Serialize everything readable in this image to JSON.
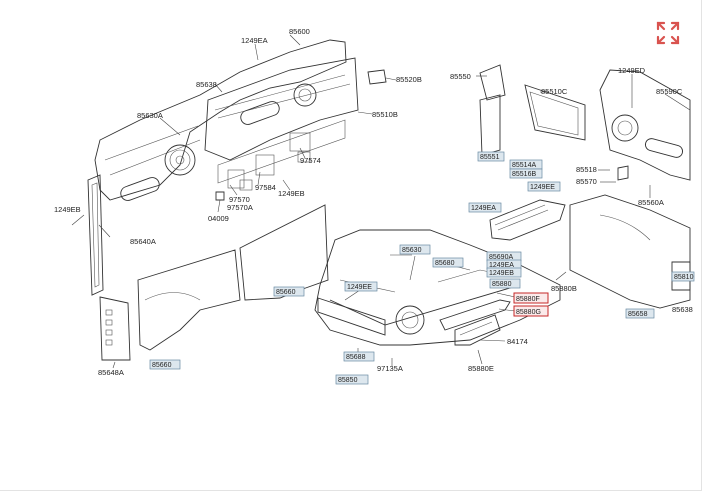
{
  "toolbar": {
    "expand_icon": "expand-arrows-icon",
    "accent": "#d9534f"
  },
  "colors": {
    "part_box_fill": "#dde7ee",
    "part_box_stroke": "#6a8aa3",
    "highlight_box": "#c62828"
  },
  "labels": [
    {
      "id": "l1",
      "text": "1249EA"
    },
    {
      "id": "l2",
      "text": "85600"
    },
    {
      "id": "l3",
      "text": "85638"
    },
    {
      "id": "l4",
      "text": "85630A"
    },
    {
      "id": "l5",
      "text": "85520B"
    },
    {
      "id": "l6",
      "text": "85510B"
    },
    {
      "id": "l7",
      "text": "97574"
    },
    {
      "id": "l8",
      "text": "97584"
    },
    {
      "id": "l9",
      "text": "1249EB"
    },
    {
      "id": "l10",
      "text": "97570"
    },
    {
      "id": "l11",
      "text": "97570A"
    },
    {
      "id": "l12",
      "text": "04009"
    },
    {
      "id": "l13",
      "text": "1249EB"
    },
    {
      "id": "l14",
      "text": "85640A"
    },
    {
      "id": "l15",
      "text": "85648A"
    },
    {
      "id": "l16",
      "text": "85550"
    },
    {
      "id": "l17",
      "text": "85510C"
    },
    {
      "id": "l18",
      "text": "1249ED"
    },
    {
      "id": "l19",
      "text": "85590C"
    },
    {
      "id": "l20",
      "text": "85518"
    },
    {
      "id": "l21",
      "text": "85570"
    },
    {
      "id": "l22",
      "text": "85560A"
    },
    {
      "id": "l23",
      "text": "84174"
    },
    {
      "id": "l24",
      "text": "85880B"
    },
    {
      "id": "l25",
      "text": "85638"
    },
    {
      "id": "l26",
      "text": "97135A"
    },
    {
      "id": "l27",
      "text": "84174"
    },
    {
      "id": "l28",
      "text": "85880E"
    }
  ],
  "part_boxes": [
    {
      "id": "b1",
      "text": "85551"
    },
    {
      "id": "b2",
      "text": "85514A"
    },
    {
      "id": "b3",
      "text": "85516B"
    },
    {
      "id": "b4",
      "text": "1249EE"
    },
    {
      "id": "b5",
      "text": "1249EA"
    },
    {
      "id": "b6",
      "text": "85630"
    },
    {
      "id": "b7",
      "text": "85680"
    },
    {
      "id": "b8",
      "text": "1249EE"
    },
    {
      "id": "b9",
      "text": "85690A"
    },
    {
      "id": "b10",
      "text": "1249EA"
    },
    {
      "id": "b11",
      "text": "1249EB"
    },
    {
      "id": "b12",
      "text": "85880"
    },
    {
      "id": "b13",
      "text": "85688"
    },
    {
      "id": "b14",
      "text": "85850"
    },
    {
      "id": "b15",
      "text": "85660"
    },
    {
      "id": "b16",
      "text": "85660"
    },
    {
      "id": "b17",
      "text": "85658"
    },
    {
      "id": "b18",
      "text": "85810"
    }
  ],
  "highlighted_boxes": [
    {
      "id": "h1",
      "text": "85880F"
    },
    {
      "id": "h2",
      "text": "85880G"
    }
  ]
}
